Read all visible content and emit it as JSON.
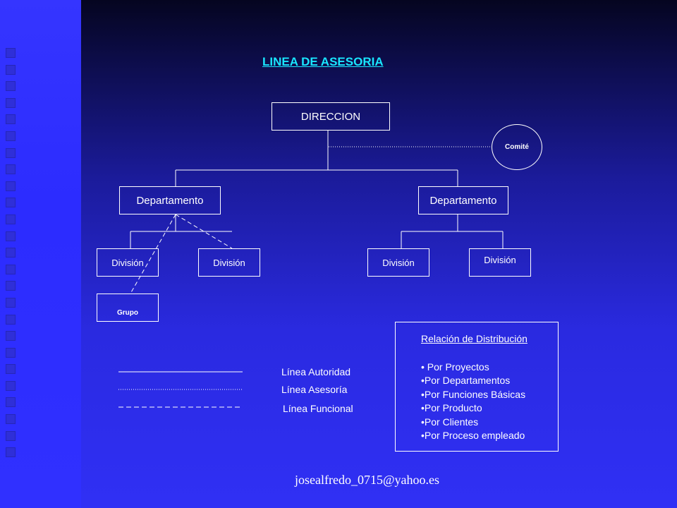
{
  "slide": {
    "title": "LINEA DE ASESORIA",
    "footer": "josealfredo_0715@yahoo.es"
  },
  "org_chart": {
    "root": "DIRECCION",
    "advisory": "Comité",
    "departments": [
      "Departamento",
      "Departamento"
    ],
    "divisions": [
      "División",
      "División",
      "División",
      "División"
    ],
    "group": "Grupo"
  },
  "legend": {
    "authority": "Línea Autoridad",
    "advisory": "Línea Asesoría",
    "functional": "Línea Funcional"
  },
  "distribution": {
    "title": "Relación de Distribución",
    "items": [
      "• Por Proyectos",
      "•Por Departamentos",
      "•Por Funciones Básicas",
      "•Por Producto",
      "•Por Clientes",
      "•Por Proceso empleado"
    ]
  }
}
